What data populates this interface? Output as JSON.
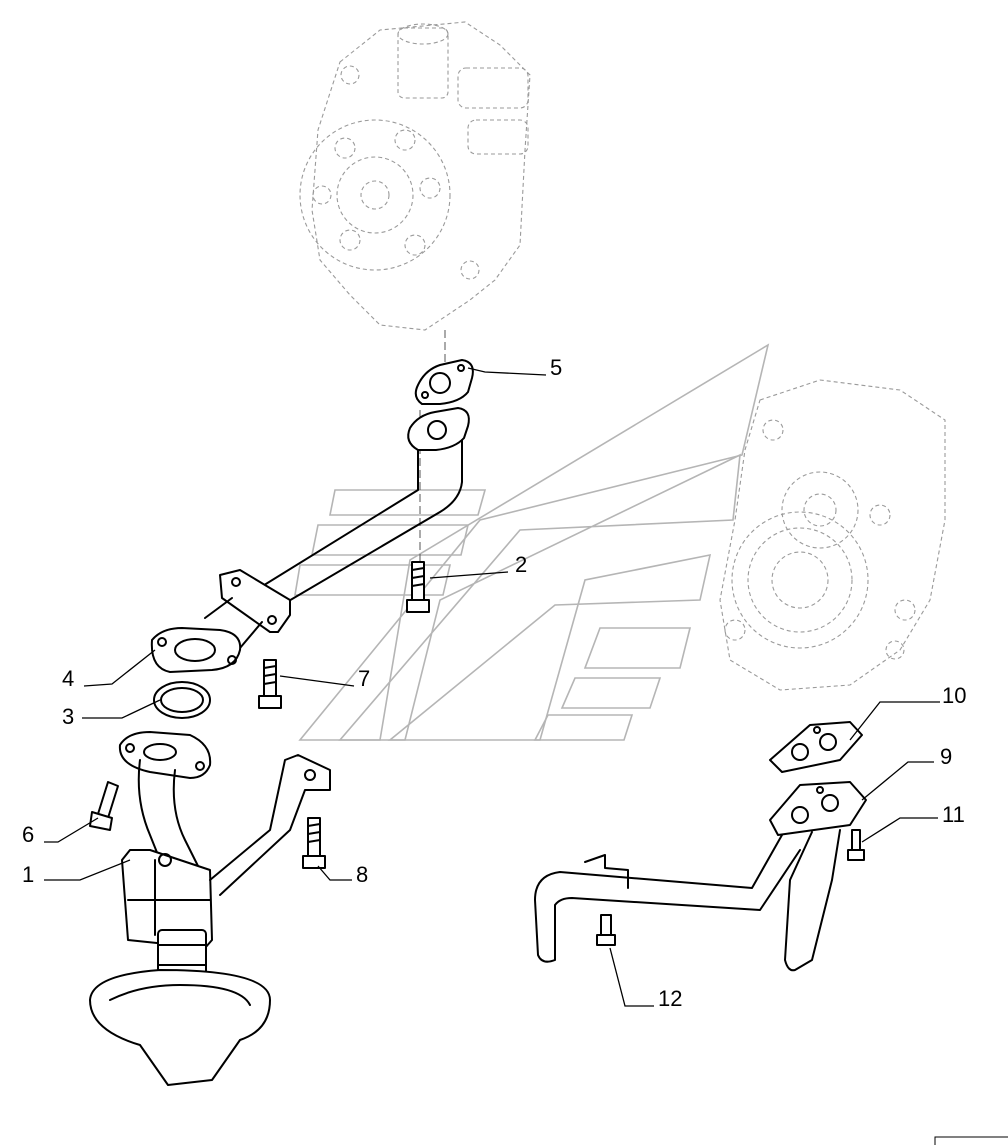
{
  "diagram": {
    "callouts": [
      {
        "label": "1"
      },
      {
        "label": "2"
      },
      {
        "label": "3"
      },
      {
        "label": "4"
      },
      {
        "label": "5"
      },
      {
        "label": "6"
      },
      {
        "label": "7"
      },
      {
        "label": "8"
      },
      {
        "label": "9"
      },
      {
        "label": "10"
      },
      {
        "label": "11"
      },
      {
        "label": "12"
      }
    ]
  }
}
